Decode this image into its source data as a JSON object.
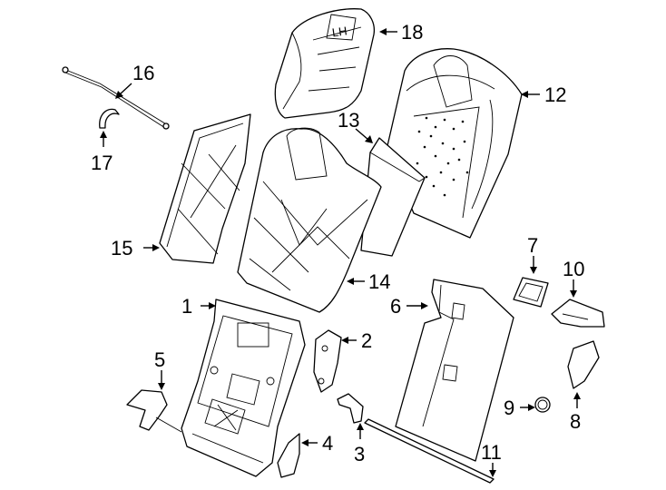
{
  "callouts": [
    {
      "id": "1",
      "label": "1"
    },
    {
      "id": "2",
      "label": "2"
    },
    {
      "id": "3",
      "label": "3"
    },
    {
      "id": "4",
      "label": "4"
    },
    {
      "id": "5",
      "label": "5"
    },
    {
      "id": "6",
      "label": "6"
    },
    {
      "id": "7",
      "label": "7"
    },
    {
      "id": "8",
      "label": "8"
    },
    {
      "id": "9",
      "label": "9"
    },
    {
      "id": "10",
      "label": "10"
    },
    {
      "id": "11",
      "label": "11"
    },
    {
      "id": "12",
      "label": "12"
    },
    {
      "id": "13",
      "label": "13"
    },
    {
      "id": "14",
      "label": "14"
    },
    {
      "id": "15",
      "label": "15"
    },
    {
      "id": "16",
      "label": "16"
    },
    {
      "id": "17",
      "label": "17"
    },
    {
      "id": "18",
      "label": "18"
    }
  ],
  "headrest_mark": "LH"
}
